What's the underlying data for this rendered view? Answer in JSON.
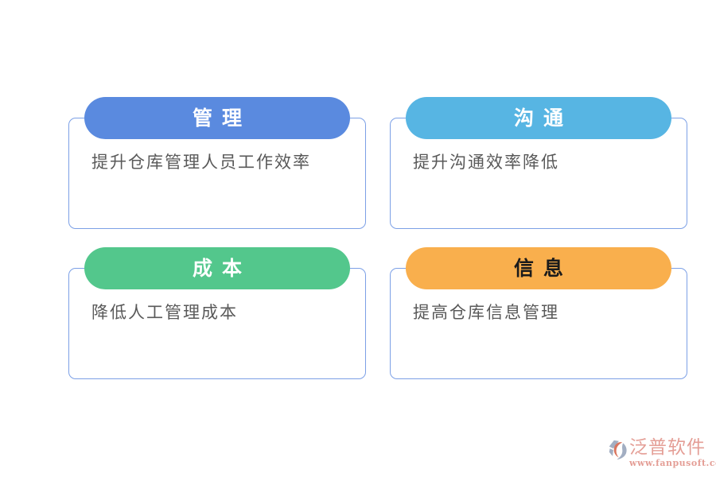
{
  "page": {
    "background": "#ffffff",
    "card_border_color": "#7CA0E6",
    "body_text_color": "#595959"
  },
  "cards": [
    {
      "id": "management",
      "title": "管理",
      "title_color": "#ffffff",
      "pill_color": "#5A8ADF",
      "body": "提升仓库管理人员工作效率"
    },
    {
      "id": "communication",
      "title": "沟通",
      "title_color": "#ffffff",
      "pill_color": "#57B5E3",
      "body": "提升沟通效率降低"
    },
    {
      "id": "cost",
      "title": "成本",
      "title_color": "#ffffff",
      "pill_color": "#53C78C",
      "body": "降低人工管理成本"
    },
    {
      "id": "information",
      "title": "信息",
      "title_color": "#1b1b1b",
      "pill_color": "#F9AF4D",
      "body": "提高仓库信息管理"
    }
  ],
  "watermark": {
    "brand": "泛普软件",
    "url": "www.fanpusoft.com",
    "text_color": "#E2948B",
    "logo_body_color": "#98A6BC",
    "logo_swoosh_color": "#D4674E"
  }
}
